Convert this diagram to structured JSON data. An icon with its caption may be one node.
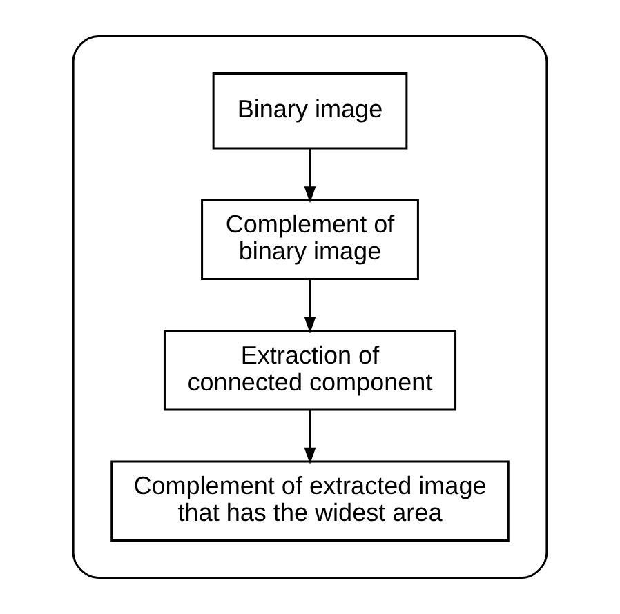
{
  "diagram": {
    "nodes": [
      {
        "text": [],
        "shape": "box"
      },
      {
        "text": [
          "Binary image"
        ],
        "in": 0
      },
      {
        "text": [
          "Complement of binary image"
        ],
        "in": 0
      },
      {
        "text": [
          "Extraction of connected component"
        ],
        "in": 0
      },
      {
        "text": [
          "Complement of extracted image that has the widest area"
        ],
        "in": 0
      }
    ],
    "edges": [
      {
        "from": 1,
        "to": 2,
        "arrow": "to"
      },
      {
        "from": 2,
        "to": 3,
        "arrow": "to"
      },
      {
        "from": 3,
        "to": 4,
        "arrow": "to"
      }
    ]
  }
}
